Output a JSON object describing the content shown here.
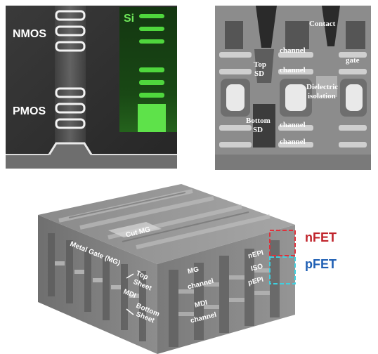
{
  "panel_a": {
    "nmos_label": "NMOS",
    "pmos_label": "PMOS",
    "si_label": "Si"
  },
  "panel_b": {
    "contact": "Contact",
    "channel_1": "channel",
    "channel_2": "channel",
    "channel_3": "channel",
    "channel_4": "channel",
    "gate": "gate",
    "top_sd_1": "Top",
    "top_sd_2": "SD",
    "dielectric_1": "Dielectric",
    "dielectric_2": "isolation",
    "bottom_sd_1": "Bottom",
    "bottom_sd_2": "SD"
  },
  "panel_c": {
    "cut_mg": "Cut MG",
    "metal_gate": "Metal Gate (MG)",
    "top_sheet_1": "Top",
    "top_sheet_2": "Sheet",
    "mdi_top": "MDI",
    "bottom_sheet_1": "Bottom",
    "bottom_sheet_2": "Sheet",
    "mg_1": "MG",
    "channel_upper": "channel",
    "mdi_lower": "MDI",
    "channel_lower": "channel",
    "nepi": "nEPI",
    "iso": "ISO",
    "pepi": "pEPI",
    "nfet": "nFET",
    "pfet": "pFET",
    "nfet_color": "#c0232b",
    "pfet_color": "#1f5fb4",
    "nfet_box_color": "#e0303a",
    "pfet_box_color": "#3fd0e0"
  }
}
